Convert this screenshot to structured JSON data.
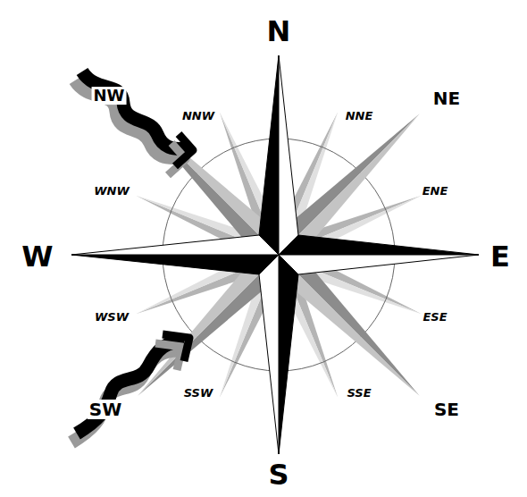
{
  "diagram": {
    "labels": [
      "N",
      "NW",
      "NNW",
      "NNE",
      "NE",
      "WNW",
      "ENE",
      "W",
      "E",
      "WSW",
      "ESE",
      "SW",
      "SSW",
      "SSE",
      "SE",
      "S"
    ]
  }
}
